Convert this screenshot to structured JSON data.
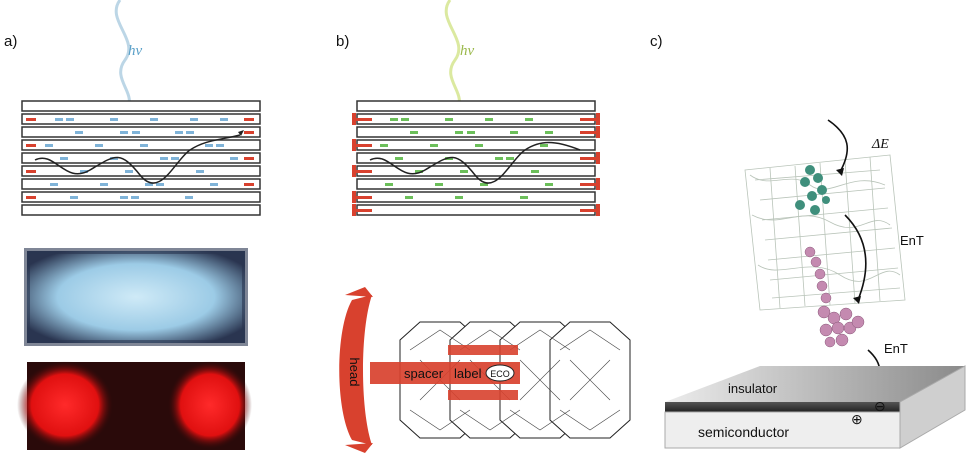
{
  "panels": {
    "a": {
      "label": "a)",
      "photon": "hν",
      "wave_color": "#bcd6e6",
      "dye_color": "#7fb3d8"
    },
    "b": {
      "label": "b)",
      "photon": "hν",
      "wave_color": "#dbe9a0",
      "dye_color": "#6cbf5a"
    },
    "c": {
      "label": "c)",
      "delta_e": "ΔE",
      "ent_upper": "EnT",
      "ent_lower": "EnT",
      "insulator": "insulator",
      "semiconductor": "semiconductor",
      "plus": "⊕",
      "minus": "⊖"
    }
  },
  "molecule": {
    "head": "head",
    "spacer": "spacer",
    "label": "label",
    "stopper": "ECO"
  },
  "colors": {
    "stopper_red": "#d8412e",
    "bar_outline": "#333333",
    "photo_blue": "#9fd0ea",
    "photo_red": "#ff2020"
  }
}
